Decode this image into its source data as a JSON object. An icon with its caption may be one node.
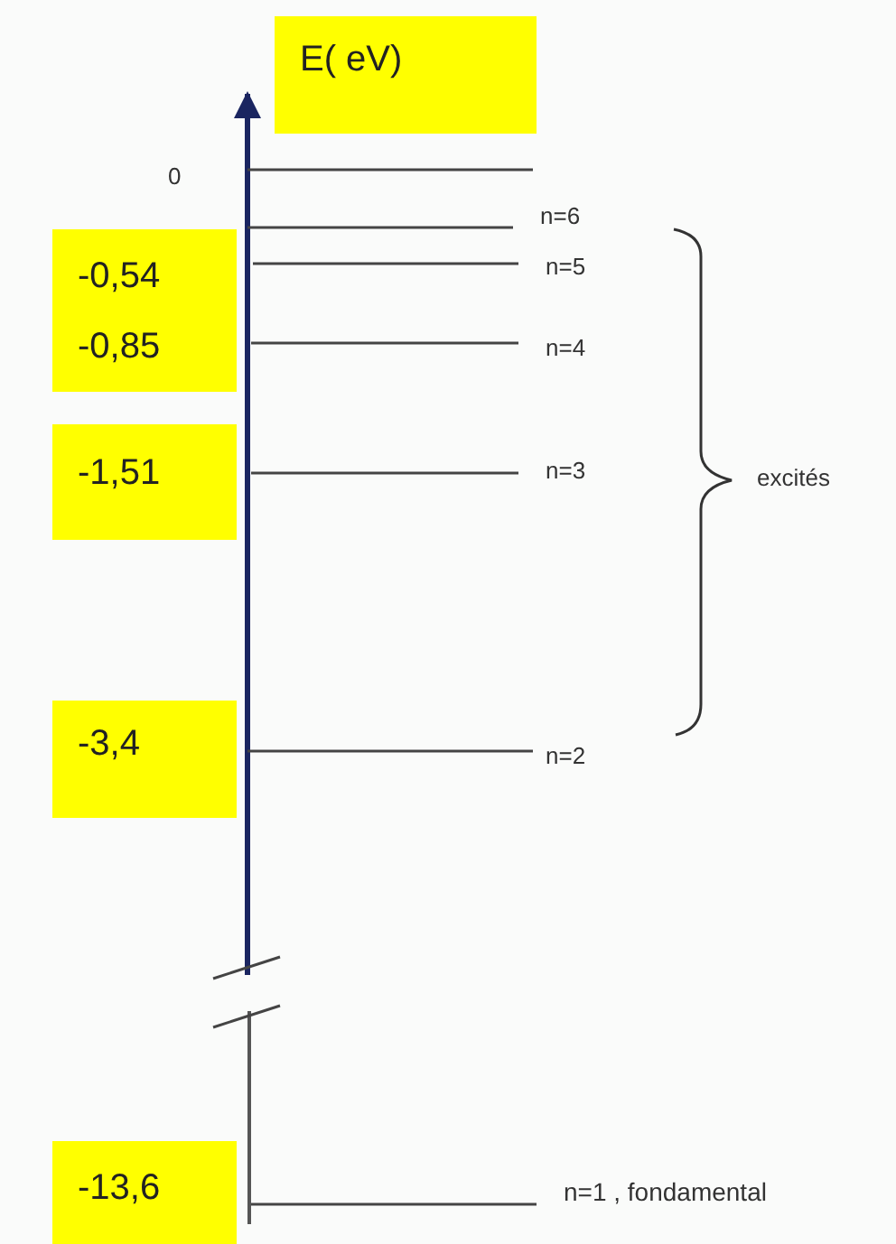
{
  "diagram": {
    "nodes": [
      {
        "text": [
          "E( eV)"
        ]
      },
      {
        "text": [
          "-0,54",
          "-0,85"
        ]
      },
      {
        "text": [
          "-1,51"
        ]
      },
      {
        "text": [
          "-3,4"
        ]
      },
      {
        "text": [
          "-13,6"
        ]
      }
    ],
    "labels": [
      "0",
      "n=6",
      "n=5",
      "n=4",
      "n=3",
      "excités",
      "n=2",
      "n=1 , fondamental"
    ]
  }
}
